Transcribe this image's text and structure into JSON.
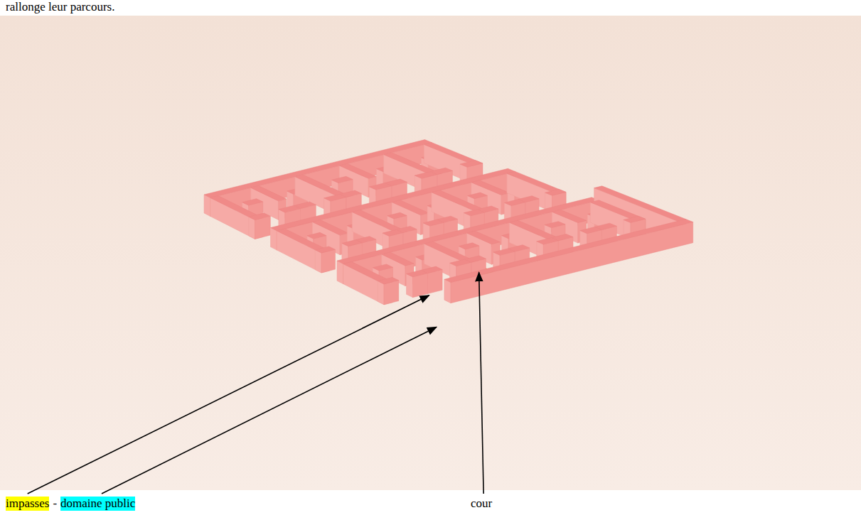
{
  "diagram": {
    "labels": [
      "rallonge leur parcours.",
      "impasses",
      "-",
      "domaine public",
      "cour"
    ]
  }
}
